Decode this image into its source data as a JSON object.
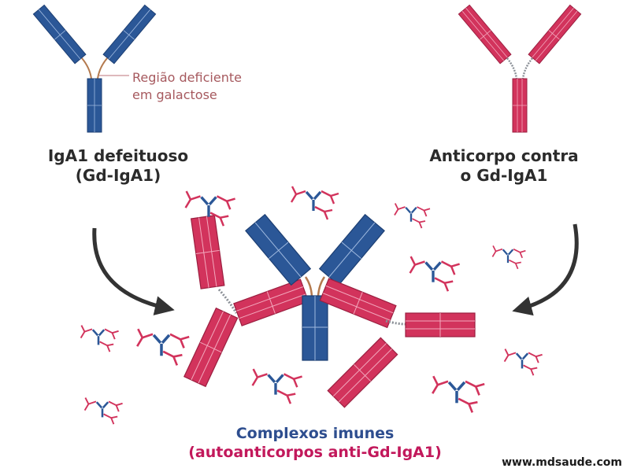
{
  "labels": {
    "deficient_region": [
      "Região deficiente",
      "em galactose"
    ],
    "defective_iga1": [
      "IgA1 defeituoso",
      "(Gd-IgA1)"
    ],
    "antibody": [
      "Anticorpo contra",
      "o Gd-IgA1"
    ],
    "complexes_title": [
      "Complexos imunes",
      "(autoanticorpos anti-Gd-IgA1)"
    ],
    "website": "www.mdsaude.com"
  },
  "colors": {
    "blue": "#2b5797",
    "blue_dark": "#1d3f73",
    "red": "#d2335c",
    "red_dark": "#9b1f40",
    "hinge_blue": "#b47a4e",
    "hinge_red": "#8a8f96",
    "arrow": "#333333",
    "region_text": "#a6595e",
    "title_blue": "#2e4e8f",
    "title_red": "#c2185b"
  }
}
